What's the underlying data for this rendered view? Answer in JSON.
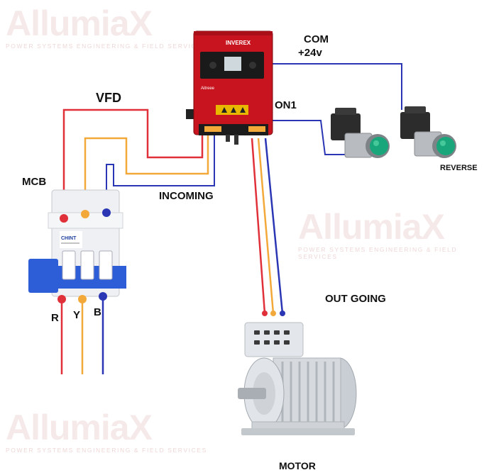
{
  "watermark": {
    "brand": "AllumiaX",
    "tagline": "POWER SYSTEMS ENGINEERING & FIELD SERVICES"
  },
  "labels": {
    "vfd": "VFD",
    "com_line1": "COM",
    "com_line2": "+24v",
    "on1": "ON1",
    "reverse": "REVERSE",
    "mcb": "MCB",
    "incoming": "INCOMING",
    "out_going": "OUT GOING",
    "motor": "MOTOR",
    "phase_r": "R",
    "phase_y": "Y",
    "phase_b": "B"
  },
  "vfd_device": {
    "brand": "INVEREX",
    "model_badge": "Aitreee"
  },
  "mcb_device": {
    "brand": "CHINT"
  },
  "colors": {
    "wire_red": "#e0303a",
    "wire_yellow": "#f3a93a",
    "wire_blue": "#2a36b4",
    "vfd_body": "#c8141e"
  }
}
